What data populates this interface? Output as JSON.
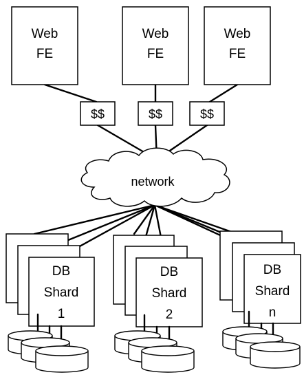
{
  "web_frontends": [
    {
      "line1": "Web",
      "line2": "FE"
    },
    {
      "line1": "Web",
      "line2": "FE"
    },
    {
      "line1": "Web",
      "line2": "FE"
    }
  ],
  "caches": [
    "$$",
    "$$",
    "$$"
  ],
  "network": {
    "label": "network"
  },
  "shards": [
    {
      "line1": "DB",
      "line2": "Shard",
      "line3": "1"
    },
    {
      "line1": "DB",
      "line2": "Shard",
      "line3": "2"
    },
    {
      "line1": "DB",
      "line2": "Shard",
      "line3": "n"
    }
  ]
}
